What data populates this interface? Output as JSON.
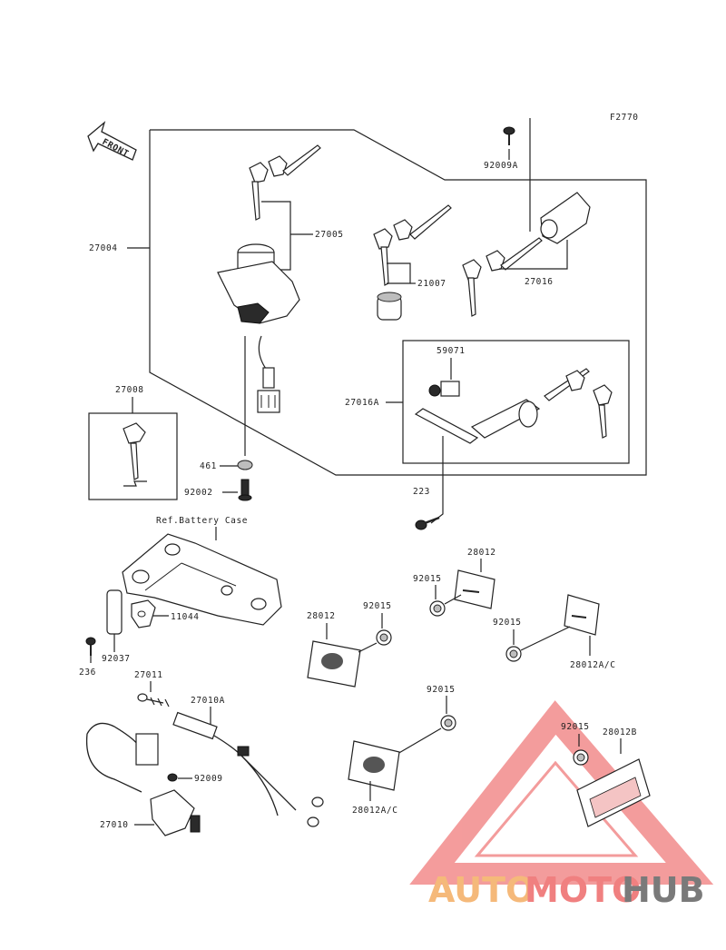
{
  "figure_code": "F2770",
  "front_label": "FRONT",
  "ref_note": "Ref.Battery Case",
  "parts": {
    "p27004": "27004",
    "p27005": "27005",
    "p21007": "21007",
    "p27016": "27016",
    "p92009A": "92009A",
    "p59071": "59071",
    "p27016A": "27016A",
    "p27008": "27008",
    "p461": "461",
    "p92002": "92002",
    "p223": "223",
    "p11044": "11044",
    "p92037": "92037",
    "p236": "236",
    "p28012_top": "28012",
    "p92015_top": "92015",
    "p28012_left": "28012",
    "p92015_mid": "92015",
    "p92015_right": "92015",
    "p28012AC_right": "28012A/C",
    "p27011": "27011",
    "p27010A": "27010A",
    "p92015_low": "92015",
    "p92015_wm": "92015",
    "p28012B": "28012B",
    "p92009": "92009",
    "p28012AC_low": "28012A/C",
    "p27010": "27010"
  },
  "watermark": {
    "part1": "AUTO",
    "part2": "MOTO",
    "part3": "HUB",
    "colors": {
      "auto": "#f5b97a",
      "moto": "#f08080",
      "hub": "#7a7a7a",
      "triangle": "#f28b8b"
    }
  }
}
